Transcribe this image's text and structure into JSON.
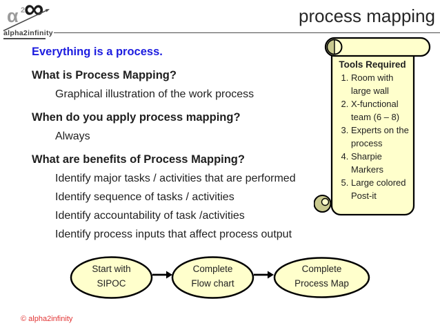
{
  "logo": {
    "alpha": "α",
    "exponent": "2",
    "infinity": "∞",
    "brand": "alpha2infinity"
  },
  "header": {
    "title": "process mapping"
  },
  "body": {
    "lines": [
      {
        "style": "heading-blue",
        "text": "Everything is a process."
      },
      {
        "style": "heading",
        "text": "What is Process Mapping?"
      },
      {
        "style": "sub",
        "text": "Graphical illustration of the work process"
      },
      {
        "style": "heading",
        "text": "When do you apply process mapping?"
      },
      {
        "style": "sub",
        "text": "Always"
      },
      {
        "style": "heading",
        "text": "What are benefits of Process Mapping?"
      },
      {
        "style": "sub",
        "text": "Identify major tasks / activities that are performed"
      },
      {
        "style": "sub",
        "text": "Identify sequence of tasks / activities"
      },
      {
        "style": "sub",
        "text": "Identify accountability of task /activities"
      },
      {
        "style": "sub",
        "text": "Identify process inputs that affect process output"
      }
    ]
  },
  "tools": {
    "title": "Tools Required",
    "items": [
      "Room with large wall",
      "X-functional team (6 – 8)",
      "Experts on the process",
      "Sharpie Markers",
      "Large colored Post-it"
    ]
  },
  "flow": {
    "steps": [
      "Start with\nSIPOC",
      "Complete\nFlow chart",
      "Complete\nProcess Map"
    ]
  },
  "footer": {
    "copyright": "© alpha2infinity"
  },
  "colors": {
    "accent_blue": "#1c1cdf",
    "panel_fill": "#ffffcc",
    "copyright_red": "#e23333",
    "outline_black": "#000000"
  }
}
